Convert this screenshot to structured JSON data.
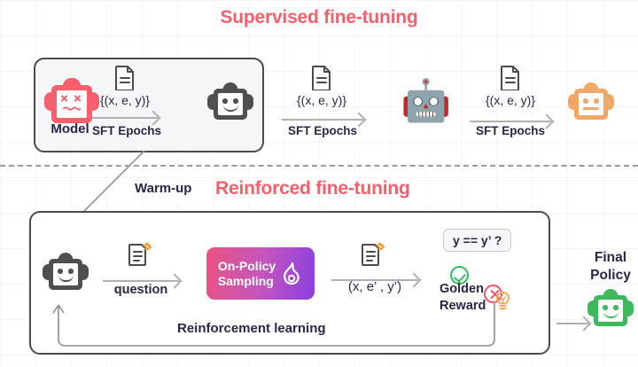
{
  "diagram": {
    "sections": {
      "sft": {
        "title": "Supervised fine-tuning",
        "title_color": "#F4606C",
        "model_label": "Model",
        "steps": [
          {
            "tuple": "{(x, e, y)}",
            "caption": "SFT Epochs"
          },
          {
            "tuple": "{(x, e, y)}",
            "caption": "SFT Epochs"
          },
          {
            "tuple": "{(x, e, y)}",
            "caption": "SFT Epochs"
          }
        ],
        "icons": {
          "model": "broken-robot-icon",
          "mid": "gray-robot-icon",
          "emoji": "robot-emoji-icon",
          "end": "orange-robot-icon",
          "doc": "document-icon"
        }
      },
      "warmup": {
        "label": "Warm-up",
        "label_color": "#2B2645"
      },
      "rft": {
        "title": "Reinforced fine-tuning",
        "title_color": "#F4606C",
        "steps": [
          {
            "tuple": "",
            "caption": "question",
            "icon": "memo-pin-icon"
          },
          {
            "tuple": "(x, e’ , y’)",
            "caption": "",
            "icon": "memo-pin-icon"
          }
        ],
        "sampler": {
          "line1": "On-Policy",
          "line2": "Sampling",
          "icon": "flame-icon",
          "gradient_from": "#E8557F",
          "gradient_to": "#8A3FE0"
        },
        "reward": {
          "condition": "y == y’ ?",
          "check_icon": "check-circle-icon",
          "cross_icon": "cross-circle-icon",
          "check_color": "#2EBE5E",
          "cross_color": "#EE5566",
          "label_line1": "Golden",
          "label_line2": "Reward",
          "bulb_icon": "lightbulb-icon"
        },
        "loop_label": "Reinforcement learning",
        "final": {
          "line1": "Final",
          "line2": "Policy",
          "icon": "green-robot-icon",
          "color": "#3DB95C"
        }
      }
    }
  }
}
